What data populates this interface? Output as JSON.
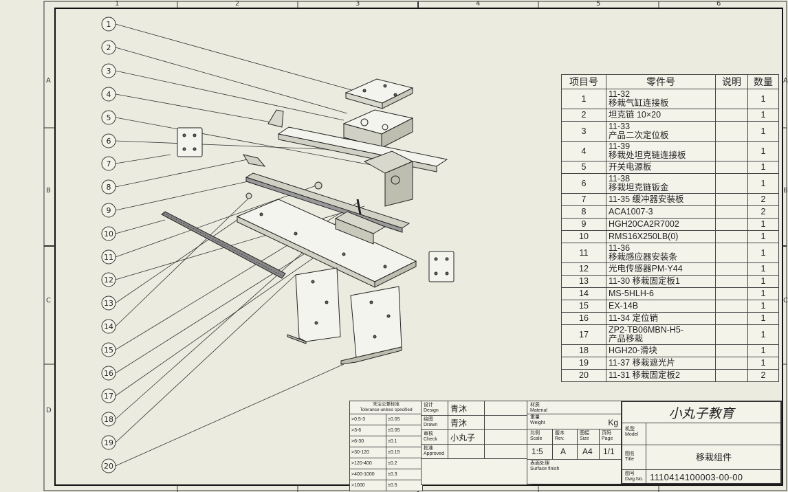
{
  "zones": {
    "columns": [
      "1",
      "2",
      "3",
      "4",
      "5",
      "6"
    ],
    "rows": [
      "A",
      "B",
      "C",
      "D"
    ]
  },
  "balloons": [
    "1",
    "2",
    "3",
    "4",
    "5",
    "6",
    "7",
    "8",
    "9",
    "10",
    "11",
    "12",
    "13",
    "14",
    "15",
    "16",
    "17",
    "18",
    "19",
    "20"
  ],
  "bom": {
    "headers": [
      "项目号",
      "零件号",
      "说明",
      "数量"
    ],
    "rows": [
      {
        "no": "1",
        "part": "11-32\n移栽气缸连接板",
        "desc": "",
        "qty": "1"
      },
      {
        "no": "2",
        "part": "坦克链 10×20",
        "desc": "",
        "qty": "1"
      },
      {
        "no": "3",
        "part": "11-33\n产品二次定位板",
        "desc": "",
        "qty": "1"
      },
      {
        "no": "4",
        "part": "11-39\n移栽处坦克链连接板",
        "desc": "",
        "qty": "1"
      },
      {
        "no": "5",
        "part": "开关电源板",
        "desc": "",
        "qty": "1"
      },
      {
        "no": "6",
        "part": "11-38\n移栽坦克链钣金",
        "desc": "",
        "qty": "1"
      },
      {
        "no": "7",
        "part": "11-35 缓冲器安装板",
        "desc": "",
        "qty": "2"
      },
      {
        "no": "8",
        "part": "ACA1007-3",
        "desc": "",
        "qty": "2"
      },
      {
        "no": "9",
        "part": "HGH20CA2R7002",
        "desc": "",
        "qty": "1"
      },
      {
        "no": "10",
        "part": "RMS16X250LB(0)",
        "desc": "",
        "qty": "1"
      },
      {
        "no": "11",
        "part": "11-36\n移栽感应器安装条",
        "desc": "",
        "qty": "1"
      },
      {
        "no": "12",
        "part": "光电传感器PM-Y44",
        "desc": "",
        "qty": "1"
      },
      {
        "no": "13",
        "part": "11-30 移栽固定板1",
        "desc": "",
        "qty": "1"
      },
      {
        "no": "14",
        "part": "MS-5HLH-6",
        "desc": "",
        "qty": "1"
      },
      {
        "no": "15",
        "part": "EX-14B",
        "desc": "",
        "qty": "1"
      },
      {
        "no": "16",
        "part": "11-34 定位销",
        "desc": "",
        "qty": "1"
      },
      {
        "no": "17",
        "part": "ZP2-TB06MBN-H5-\n产品移栽",
        "desc": "",
        "qty": "1"
      },
      {
        "no": "18",
        "part": "HGH20-滑块",
        "desc": "",
        "qty": "1"
      },
      {
        "no": "19",
        "part": "11-37 移栽遮光片",
        "desc": "",
        "qty": "1"
      },
      {
        "no": "20",
        "part": "11-31 移栽固定板2",
        "desc": "",
        "qty": "2"
      }
    ]
  },
  "tolerance": {
    "title": "未注公差标准",
    "subtitle": "Tolerance unless specified",
    "rows": [
      {
        "range": ">0.5-3",
        "tol": "±0.05"
      },
      {
        "range": ">3-6",
        "tol": "±0.05"
      },
      {
        "range": ">6-30",
        "tol": "±0.1"
      },
      {
        "range": ">30-120",
        "tol": "±0.15"
      },
      {
        "range": ">120-400",
        "tol": "±0.2"
      },
      {
        "range": ">400-1000",
        "tol": "±0.3"
      },
      {
        "range": ">1000",
        "tol": "±0.5"
      }
    ]
  },
  "title_block": {
    "design_label": "设计\nDesign",
    "design": "青沐",
    "drawn_label": "绘图\nDrawn",
    "drawn": "青沐",
    "check_label": "审核\nCheck",
    "check": "小丸子",
    "approved_label": "批准\nApproved",
    "approved": "",
    "material_label": "材质\nMaterial",
    "weight_label": "重量\nWeight",
    "weight_unit": "Kg",
    "scale_label": "比例\nScale",
    "scale": "1:5",
    "rev_label": "版本\nRev.",
    "rev": "A",
    "size_label": "图幅\nSize",
    "size": "A4",
    "page_label": "页码\nPage",
    "page": "1/1",
    "surface_label": "表面处理\nSurface finish",
    "company": "小丸子教育",
    "model_label": "机型\nModel",
    "title_label": "图名\nTitle",
    "title": "移栽组件",
    "dwg_label": "图号\nDwg.No.",
    "dwg_no": "1110414100003-00-00"
  }
}
